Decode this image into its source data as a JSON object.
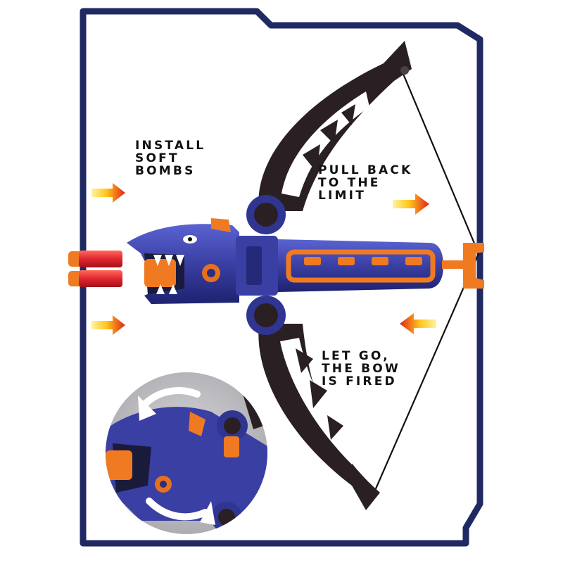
{
  "instructions": {
    "install": [
      "INSTALL",
      "SOFT",
      "BOMBS"
    ],
    "pull": [
      "PULL BACK",
      "TO THE",
      "LIMIT"
    ],
    "release": [
      "LET GO,",
      "THE BOW",
      "IS FIRED"
    ]
  },
  "colors": {
    "frame": "#1f2a63",
    "bow_limb": "#2a2024",
    "body_blue": "#3a3fa3",
    "accent_orange": "#f07a22",
    "dart_red": "#e0262f",
    "arrow_gradient": [
      "#ffd21a",
      "#e2231a"
    ],
    "inset_bg": "#bdbdc2"
  },
  "icons": [
    "right-arrow-icon",
    "left-arrow-icon",
    "rotate-arrow-icon"
  ]
}
